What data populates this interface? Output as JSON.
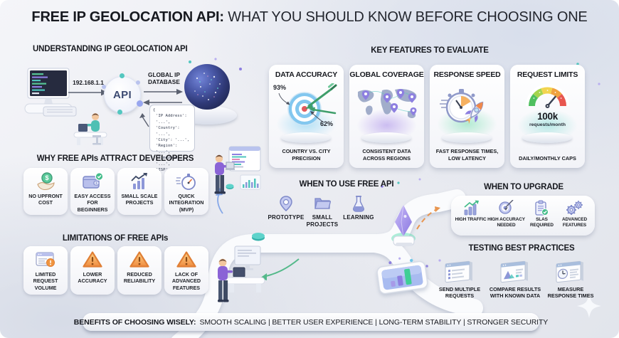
{
  "title": {
    "lead": "FREE IP GEOLOCATION API:",
    "rest": "WHAT YOU SHOULD KNOW BEFORE CHOOSING ONE"
  },
  "understanding": {
    "heading": "UNDERSTANDING IP GEOLOCATION API",
    "ip_address": "192.168.1.1",
    "api_label": "API",
    "database_label": "GLOBAL IP DATABASE",
    "brace_open": "{",
    "brace_close": "}",
    "response_fields": [
      "'IP Address': '...',",
      "'Country': '...',",
      "'City': '...',",
      "'Region': '...',",
      "'Timezone': '...',",
      "'ISP': '...'"
    ]
  },
  "why_free_apis": {
    "heading": "WHY FREE APIs ATTRACT DEVELOPERS",
    "cards": [
      {
        "label": "NO UPFRONT COST",
        "icon": "hand-coin-icon"
      },
      {
        "label": "EASY ACCESS FOR BEGINNERS",
        "icon": "wallet-check-icon"
      },
      {
        "label": "SMALL SCALE PROJECTS",
        "icon": "small-bar-chart-icon"
      },
      {
        "label": "QUICK INTEGRATION (MVP)",
        "icon": "stopwatch-icon"
      }
    ]
  },
  "limitations": {
    "heading": "LIMITATIONS OF FREE APIs",
    "cards": [
      {
        "label": "LIMITED REQUEST VOLUME",
        "icon": "window-alert-icon"
      },
      {
        "label": "LOWER ACCURACY",
        "icon": "warning-triangle-icon"
      },
      {
        "label": "REDUCED RELIABILITY",
        "icon": "warning-triangle-icon"
      },
      {
        "label": "LACK OF ADVANCED FEATURES",
        "icon": "warning-triangle-icon"
      }
    ]
  },
  "key_features": {
    "heading": "KEY FEATURES TO EVALUATE",
    "cards": [
      {
        "title": "DATA ACCURACY",
        "caption": "COUNTRY VS. CITY PRECISION",
        "stat_country": "93%",
        "stat_city": "62%",
        "icon": "target-arrows-icon"
      },
      {
        "title": "GLOBAL COVERAGE",
        "caption": "CONSISTENT DATA ACROSS REGIONS",
        "icon": "world-map-pins-icon"
      },
      {
        "title": "RESPONSE SPEED",
        "caption": "FAST RESPONSE TIMES, LOW LATENCY",
        "icon": "stopwatch-rocket-icon"
      },
      {
        "title": "REQUEST LIMITS",
        "caption": "DAILY/MONTHLY CAPS",
        "stat_value": "100k",
        "stat_unit": "requests/month",
        "icon": "gauge-icon"
      }
    ]
  },
  "when_to_use": {
    "heading": "WHEN TO USE FREE API",
    "items": [
      {
        "label": "PROTOTYPE",
        "icon": "map-pin-icon"
      },
      {
        "label": "SMALL PROJECTS",
        "icon": "folder-icon"
      },
      {
        "label": "LEARNING",
        "icon": "flask-icon"
      }
    ]
  },
  "when_to_upgrade": {
    "heading": "WHEN TO UPGRADE",
    "items": [
      {
        "label": "HIGH TRAFFIC",
        "icon": "growth-chart-icon"
      },
      {
        "label": "HIGH ACCURACY NEEDED",
        "icon": "accuracy-target-icon"
      },
      {
        "label": "SLAS REQUIRED",
        "icon": "clipboard-check-icon"
      },
      {
        "label": "ADVANCED FEATURES",
        "icon": "gears-icon"
      }
    ]
  },
  "testing": {
    "heading": "TESTING BEST PRACTICES",
    "items": [
      {
        "label": "SEND MULTIPLE REQUESTS",
        "icon": "requests-window-icon"
      },
      {
        "label": "COMPARE RESULTS WITH KNOWN DATA",
        "icon": "compare-window-icon"
      },
      {
        "label": "MEASURE RESPONSE TIMES",
        "icon": "timer-window-icon"
      }
    ]
  },
  "footer": {
    "lead": "BENEFITS OF CHOOSING WISELY:",
    "rest": "SMOOTH SCALING | BETTER USER EXPERIENCE | LONG-TERM STABILITY | STRONGER SECURITY"
  },
  "colors": {
    "warning_orange": "#f0953f",
    "success_green": "#45bd8b",
    "lavender": "#8d97d8",
    "teal": "#4fc4bd",
    "target_blue": "#82c7ef",
    "target_red": "#e2595d",
    "globe_navy": "#303a78",
    "gauge_green": "#4fbf5f",
    "gauge_yellow": "#f2d44f",
    "gauge_red": "#e8564f"
  }
}
